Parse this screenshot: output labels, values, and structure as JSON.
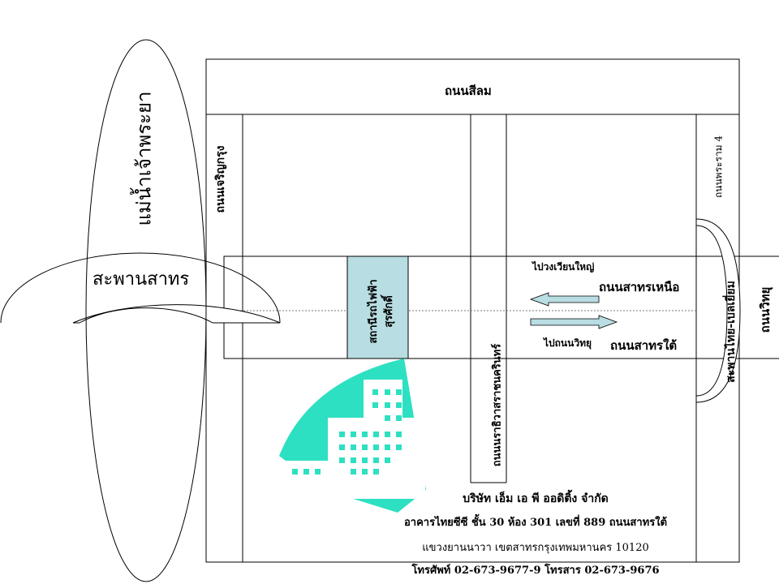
{
  "map": {
    "river_label": "แม่น้ำเจ้าพระยา",
    "bridge_label": "สะพานสาทร",
    "roads": {
      "silom": "ถนนสีลม",
      "charoen_krung": "ถนนเจริญกรุง",
      "rama4": "ถนนพระราม 4",
      "ratchawong": "ถนนนราธิวาสราชนครินทร์",
      "sathorn_north": "ถนนสาทรเหนือ",
      "sathorn_south": "ถนนสาทรใต้",
      "witthayu": "ถนนวิทยุ"
    },
    "bts_station": "สถานีรถไฟฟ้า สุรศักดิ์",
    "bts_station_lines": [
      "สถานีรถไฟฟ้า",
      "สุรศักดิ์"
    ],
    "bridge_thai_belgian": "สะพานไทย-เบลเยี่ยม",
    "direction_north": "ไปวงเวียนใหญ่",
    "direction_south": "ไปถนนวิทยุ",
    "colors": {
      "station_fill": "#b8dde2",
      "building": "#2ee0c2",
      "arrow": "#b8dde2"
    }
  },
  "company": {
    "name": "บริษัท เอ็ม เอ พี ออดิติ้ง จำกัด",
    "address_line1": "อาคารไทยซีซี ชั้น 30 ห้อง 301 เลขที่ 889 ถนนสาทรใต้",
    "address_line2": "แขวงยานนาวา เขตสาทรกรุงเทพมหานคร 10120",
    "phone_line": "โทรศัพท์ 02-673-9677-9 โทรสาร 02-673-9676"
  }
}
